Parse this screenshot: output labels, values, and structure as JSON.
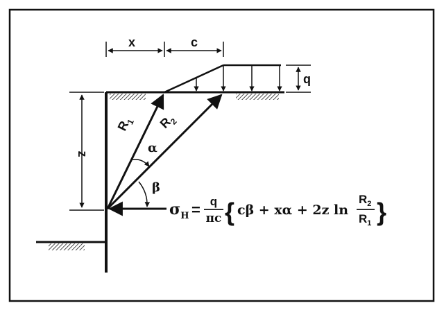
{
  "labels": {
    "x": "x",
    "c": "c",
    "q": "q",
    "z": "z",
    "r1": "R",
    "r1_sub": "1",
    "r2": "R",
    "r2_sub": "2",
    "alpha": "α",
    "beta": "β"
  },
  "formula": {
    "sigma": "σ",
    "sigma_sub": "H",
    "equals": "=",
    "frac_num": "q",
    "frac_den": "πc",
    "brace_open": "{",
    "brace_close": "}",
    "terms": "cβ + xα + 2z ln",
    "ln_num": "R",
    "ln_num_sub": "2",
    "ln_den": "R",
    "ln_den_sub": "1"
  }
}
